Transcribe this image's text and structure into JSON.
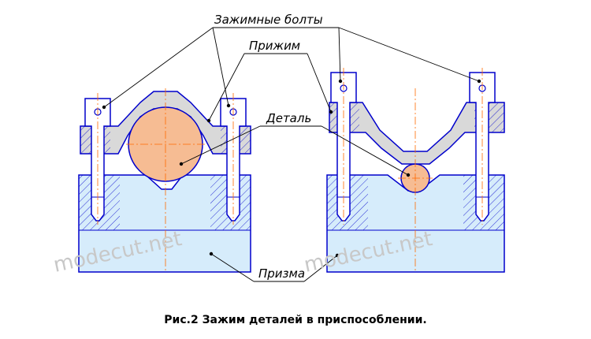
{
  "labels": {
    "bolts": "Зажимные болты",
    "clamp": "Прижим",
    "part": "Деталь",
    "prism": "Призма"
  },
  "watermark": "modecut.net",
  "caption": "Рис.2 Зажим деталей в приспособлении.",
  "colors": {
    "outline": "#0000cc",
    "prism_fill": "#d6ecfb",
    "part_fill": "#f6bc93",
    "clamp_fill": "#d9d9d9",
    "bolt_fill": "#ffffff",
    "centerline": "#ff6a00"
  }
}
